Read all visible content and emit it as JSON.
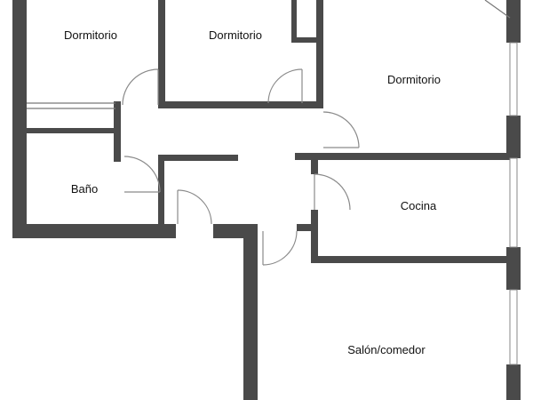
{
  "rooms": {
    "dormitorio_1": "Dormitorio",
    "dormitorio_2": "Dormitorio",
    "dormitorio_3": "Dormitorio",
    "bano": "Baño",
    "cocina": "Cocina",
    "salon": "Salón/comedor"
  },
  "colors": {
    "wall": "#4a4a4a",
    "background": "#ffffff"
  }
}
